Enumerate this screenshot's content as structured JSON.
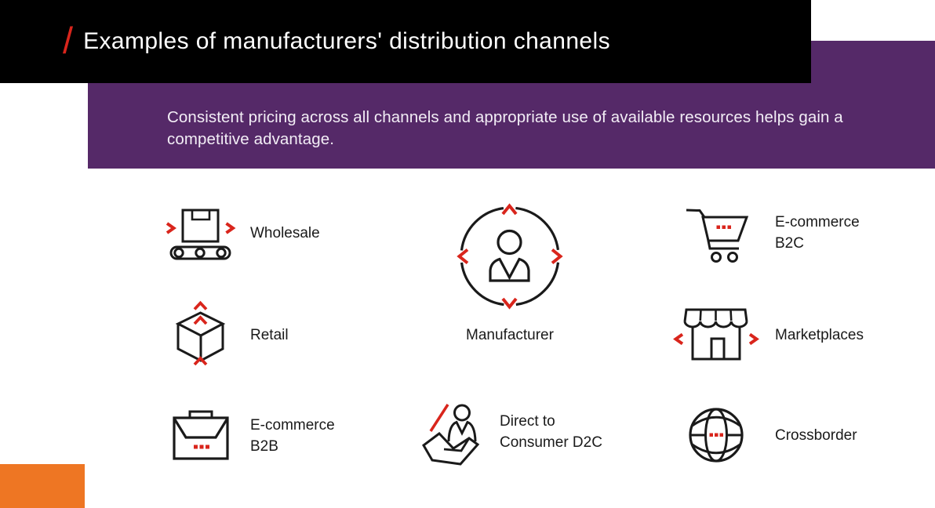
{
  "header": {
    "slash": "/",
    "title": "Examples of manufacturers' distribution channels"
  },
  "banner": {
    "text": "Consistent pricing across all channels and appropriate use of available resources helps gain a competitive advantage."
  },
  "center_node": {
    "label": "Manufacturer",
    "icon": "person-in-circle-icon"
  },
  "channels": [
    {
      "id": "wholesale",
      "label": "Wholesale",
      "icon": "conveyor-box-icon"
    },
    {
      "id": "ecommerce-b2c",
      "label": "E-commerce\nB2C",
      "icon": "shopping-cart-icon"
    },
    {
      "id": "retail",
      "label": "Retail",
      "icon": "cube-box-icon"
    },
    {
      "id": "marketplaces",
      "label": "Marketplaces",
      "icon": "storefront-icon"
    },
    {
      "id": "ecommerce-b2b",
      "label": "E-commerce\nB2B",
      "icon": "briefcase-icon"
    },
    {
      "id": "direct-to-consumer",
      "label": "Direct to\nConsumer D2C",
      "icon": "hand-holding-person-icon"
    },
    {
      "id": "crossborder",
      "label": "Crossborder",
      "icon": "globe-icon"
    }
  ],
  "colors": {
    "header_black": "#000000",
    "banner_purple": "#552968",
    "accent_orange": "#ee7623",
    "accent_red": "#d9251c",
    "ink": "#1a1a1a"
  }
}
